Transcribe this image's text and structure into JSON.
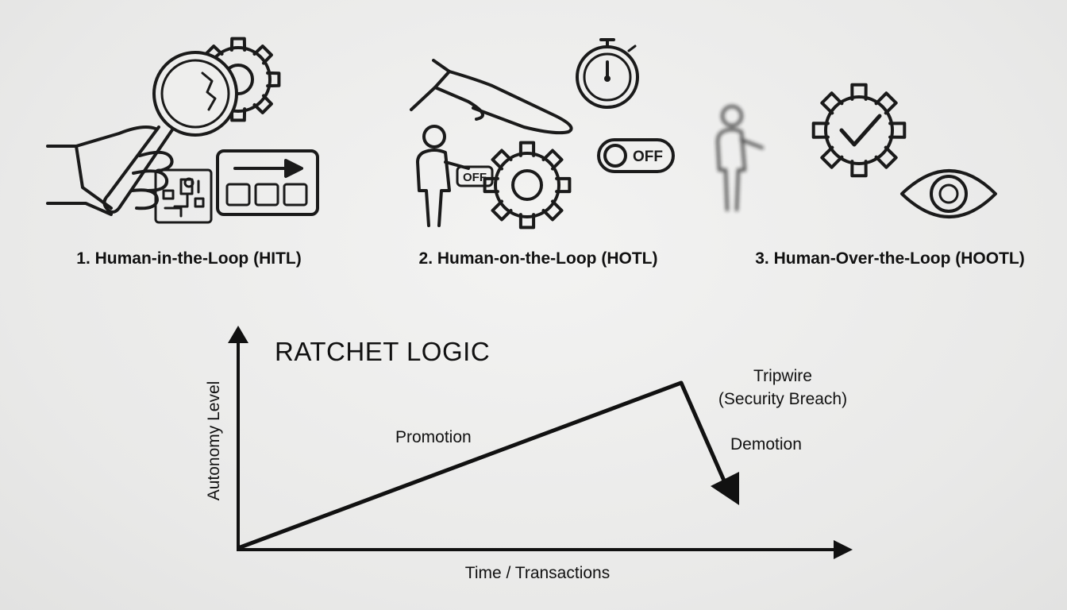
{
  "panels": [
    {
      "caption": "1. Human-in-the-Loop (HITL)",
      "icons": [
        "hand-icon",
        "magnifier-icon",
        "gear-icon",
        "circuit-board-icon",
        "progress-panel-icon"
      ]
    },
    {
      "caption": "2. Human-on-the-Loop (HOTL)",
      "icons": [
        "reaching-hand-icon",
        "stopwatch-icon",
        "person-icon",
        "gear-icon",
        "off-switch-icon",
        "toggle-icon"
      ],
      "switch_label": "OFF",
      "toggle_label": "OFF"
    },
    {
      "caption": "3. Human-Over-the-Loop (HOOTL)",
      "icons": [
        "blurred-person-icon",
        "check-gear-icon",
        "eye-icon"
      ]
    }
  ],
  "ratchet": {
    "title": "RATCHET LOGIC",
    "x_label": "Time / Transactions",
    "y_label": "Autonomy Level",
    "promotion_label": "Promotion",
    "tripwire_label_1": "Tripwire",
    "tripwire_label_2": "(Security Breach)",
    "demotion_label": "Demotion"
  },
  "colors": {
    "ink": "#1a1a1a",
    "background": "#ececeb"
  }
}
